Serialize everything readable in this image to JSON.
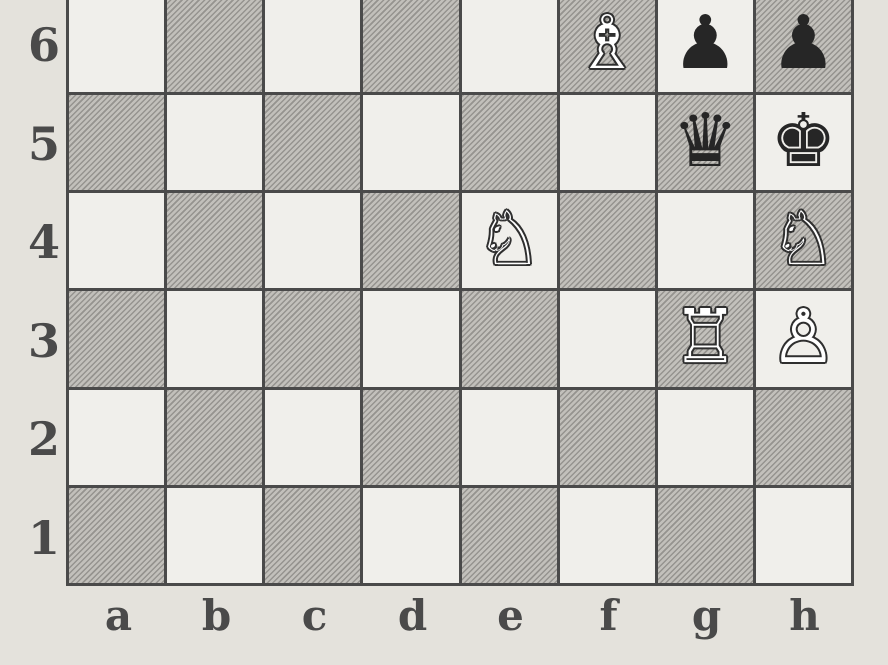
{
  "board": {
    "files": [
      "a",
      "b",
      "c",
      "d",
      "e",
      "f",
      "g",
      "h"
    ],
    "ranks": [
      "6",
      "5",
      "4",
      "3",
      "2",
      "1"
    ],
    "pieces": {
      "f6": {
        "color": "white",
        "type": "bishop",
        "glyph": "♗"
      },
      "g6": {
        "color": "black",
        "type": "pawn",
        "glyph": "♟"
      },
      "h6": {
        "color": "black",
        "type": "pawn",
        "glyph": "♟"
      },
      "g5": {
        "color": "black",
        "type": "queen",
        "glyph": "♛"
      },
      "h5": {
        "color": "black",
        "type": "king",
        "glyph": "♚"
      },
      "e4": {
        "color": "white",
        "type": "knight",
        "glyph": "♘"
      },
      "h4": {
        "color": "white",
        "type": "knight",
        "glyph": "♘"
      },
      "g3": {
        "color": "white",
        "type": "rook",
        "glyph": "♖"
      },
      "h3": {
        "color": "white",
        "type": "pawn",
        "glyph": "♙"
      }
    }
  }
}
